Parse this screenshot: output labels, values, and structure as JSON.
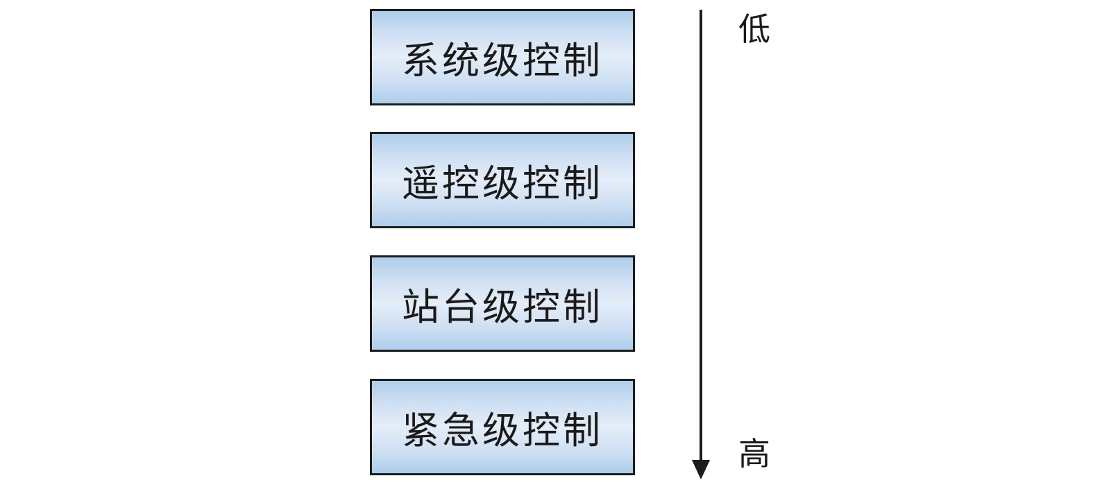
{
  "diagram": {
    "title": "control-level-priority-hierarchy",
    "boxes": [
      {
        "label": "系统级控制"
      },
      {
        "label": "遥控级控制"
      },
      {
        "label": "站台级控制"
      },
      {
        "label": "紧急级控制"
      }
    ],
    "priority_axis": {
      "top_label": "低",
      "bottom_label": "高",
      "direction": "down"
    },
    "colors": {
      "border": "#1c1c1c",
      "gradient_top": "#aecdeb",
      "gradient_mid": "#e4edf8",
      "gradient_bottom": "#aecdeb",
      "arrow": "#1c1c1c",
      "text": "#1a1a1a",
      "background": "#ffffff"
    }
  }
}
